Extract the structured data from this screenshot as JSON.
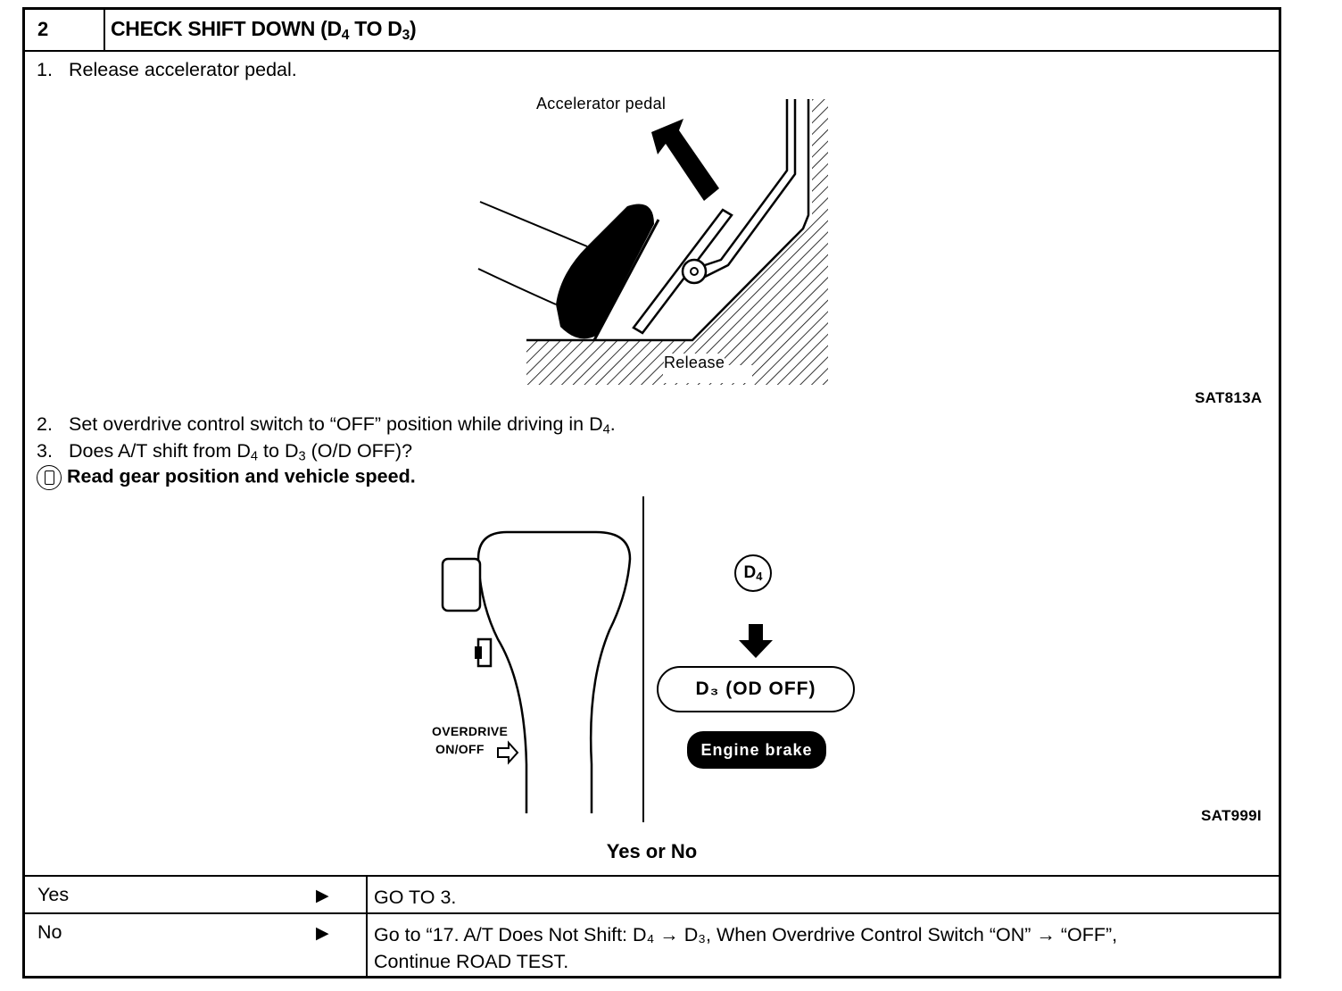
{
  "header": {
    "step_number": "2",
    "title": "CHECK SHIFT DOWN (D",
    "title_sub1": "4",
    "title_mid": " TO D",
    "title_sub2": "3",
    "title_end": ")"
  },
  "steps": {
    "s1": {
      "num": "1.",
      "text": "Release accelerator pedal."
    },
    "s2": {
      "num": "2.",
      "text_pre": "Set overdrive control switch to “OFF” position while driving in D",
      "sub": "4",
      "text_post": "."
    },
    "s3": {
      "num": "3.",
      "text_pre": "Does A/T shift from D",
      "sub1": "4",
      "text_mid": " to D",
      "sub2": "3",
      "text_post": " (O/D OFF)?"
    },
    "s4": {
      "text": "Read gear position and vehicle speed.",
      "icon": "consult-monitor-icon"
    }
  },
  "figure1": {
    "label_pedal": "Accelerator pedal",
    "label_release": "Release",
    "code": "SAT813A"
  },
  "figure2": {
    "label_overdrive_1": "OVERDRIVE",
    "label_overdrive_2": "ON/OFF",
    "d4": "D",
    "d4_sub": "4",
    "d3_text": "D₃ (OD OFF)",
    "engine_brake": "Engine brake",
    "code": "SAT999I"
  },
  "question": "Yes or No",
  "answers": [
    {
      "label": "Yes",
      "arrow": "▶",
      "action_1": "GO TO 3.",
      "action_2": ""
    },
    {
      "label": "No",
      "arrow": "▶",
      "action_1": "Go to “17. A/T Does Not Shift: D₄ → D₃, When Overdrive Control Switch “ON” → “OFF”,",
      "action_2": "Continue ROAD TEST."
    }
  ]
}
